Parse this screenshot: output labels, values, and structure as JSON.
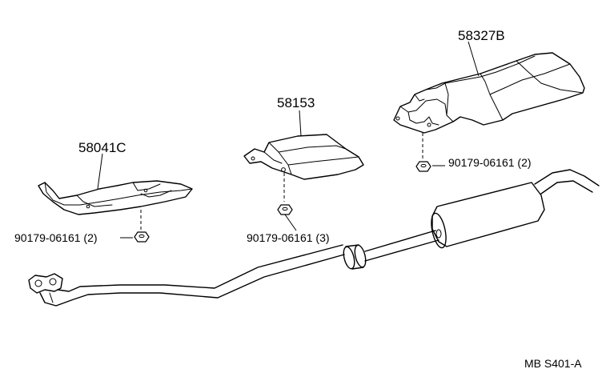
{
  "parts": [
    {
      "number": "58327B"
    },
    {
      "number": "58153"
    },
    {
      "number": "58041C"
    }
  ],
  "fasteners": [
    {
      "label": "90179-06161 (2)"
    },
    {
      "label": "90179-06161 (3)"
    },
    {
      "label": "90179-06161 (2)"
    }
  ],
  "diagram_code": "MB S401-A"
}
